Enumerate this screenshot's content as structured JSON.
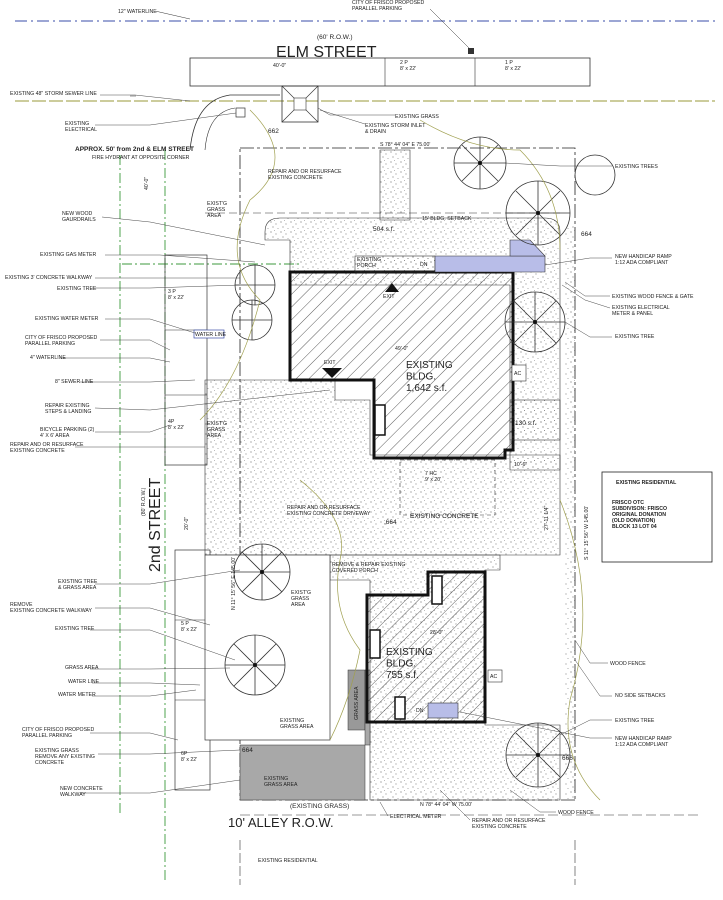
{
  "streets": {
    "top_row": "(60' R.O.W.)",
    "top_name": "ELM STREET",
    "left_row": "(80' R.O.W.)",
    "left_name": "2nd STREET",
    "bottom_grass": "(EXISTING GRASS)",
    "bottom_name": "10' ALLEY R.O.W."
  },
  "top": {
    "waterline": "12\" WATERLINE",
    "city_parking": "CITY OF FRISCO PROPOSED\nPARALLEL PARKING",
    "dim_40": "40'-0\"",
    "p2": "2 P\n8' x 22'",
    "p1": "1 P\n8' x 22'"
  },
  "callouts_left": {
    "storm": "EXISTING 48\" STORM SEWER LINE",
    "electrical": "EXISTING\nELECTRICAL",
    "hydrant_title": "APPROX. 50' from 2nd & ELM STREET",
    "hydrant_sub": "FIRE HYDRANT AT OPPOSITE CORNER",
    "guardrails": "NEW WOOD\nGAURDRAILS",
    "gas": "EXISTING GAS METER",
    "walkway3": "EXISTING 3' CONCRETE WALKWAY",
    "tree1": "EXISTING TREE",
    "water_meter": "EXISTING WATER METER",
    "city_parking": "CITY OF FRISCO PROPOSED\nPARALLEL PARKING",
    "waterline4": "4\" WATERLINE",
    "sewer8": "8\" SEWER LINE",
    "steps": "REPAIR EXISTING\nSTEPS & LANDING",
    "bike": "BICYCLE PARKING (2)\n4' X 6' AREA",
    "repair_conc": "REPAIR AND OR RESURFACE\nEXISTING CONCRETE",
    "tree_grass": "EXISTING TREE\n& GRASS AREA",
    "remove_walk": "REMOVE\nEXISTING CONCRETE WALKWAY",
    "tree2": "EXISTING TREE",
    "grass": "GRASS AREA",
    "water_line": "WATER LINE",
    "water_meter2": "WATER METER",
    "city_parking2": "CITY OF FRISCO PROPOSED\nPARALLEL PARKING",
    "existing_grass": "EXISTING GRASS\nREMOVE ANY EXISTING\nCONCRETE",
    "new_walk": "NEW CONCRETE\nWALKWAY"
  },
  "callouts_right": {
    "grass": "EXISTING GRASS",
    "storm_inlet": "EXISTING STORM INLET\n& DRAIN",
    "trees": "EXISTING TREES",
    "ramp": "NEW HANDICAP RAMP\n1:12 ADA COMPLIANT",
    "fence_gate": "EXISTING WOOD FENCE & GATE",
    "elec_meter": "EXISTING ELECTRICAL\nMETER & PANEL",
    "tree": "EXISTING TREE",
    "wood_fence": "WOOD FENCE",
    "no_setback": "NO SIDE SETBACKS",
    "tree2": "EXISTING TREE",
    "ramp2": "NEW HANDICAP RAMP\n1:12 ADA COMPLIANT",
    "wood_fence2": "WOOD FENCE"
  },
  "site": {
    "bearing_top": "S 78° 44' 04\" E  75.00'",
    "bearing_bottom": "N 78° 44' 04\" W  75.00'",
    "bearing_right": "S 11° 15' 56\" W 145.00'",
    "bearing_left": "N 11° 15' 56\" E 145.00'",
    "setback": "15' BLDG. SETBACK",
    "area_504": "504 s.f.",
    "area_130": "130 s.f.",
    "repair_top": "REPAIR AND OR RESURFACE\nEXISTING CONCRETE",
    "repair_drive": "REPAIR AND OR RESURFACE\nEXISTING CONCRETE DRIVEWAY",
    "remove_porch": "REMOVE & REPAIR EXISTING\nCOVERED PORCH",
    "existing_concrete": "EXISTING CONCRETE",
    "existing_porch": "EXISTING\nPORCH",
    "hc": "7 HC\n9' x 20'",
    "p3": "3 P\n8' x 22'",
    "p4": "4P\n8' x 22'",
    "p5": "5 P\n8' x 22'",
    "p6": "6P\n8' x 22'",
    "grass1": "EXIST'G\nGRASS\nAREA",
    "grass2": "EXIST'G\nGRASS\nAREA",
    "grass3": "EXIST'G\nGRASS\nAREA",
    "grass4": "EXISTING\nGRASS AREA",
    "grass5": "EXISTING\nGRASS AREA",
    "grass_strip": "GRASS AREA",
    "water_line_tag": "WATER LINE",
    "bldg1": "EXISTING\nBLDG.\n1,642 s.f.",
    "bldg2": "EXISTING\nBLDG.\n755 s.f.",
    "exit": "EXIT",
    "dn": "DN",
    "ac": "AC",
    "elev_662": "662",
    "elev_664a": "664",
    "elev_664b": ",664",
    "elev_664c": "664",
    "elev_666": "666",
    "dim_49": "49'-0\"",
    "dim_20": "20'-0\"",
    "dim_27": "27'-11 1/4\"",
    "dim_28": "28'-0\"",
    "dim_10": "10'-6\"",
    "dim_40v": "40'-0\""
  },
  "bottom": {
    "elec_meter": "ELECTRICAL METER",
    "repair": "REPAIR AND OR RESURFACE\nEXISTING CONCRETE",
    "residential": "EXISTING RESIDENTIAL"
  },
  "info_box": {
    "title": "EXISTING RESIDENTIAL",
    "body": "FRISCO OTC\nSUBDIVISON: FRISCO\nORIGINAL DONATION\n(OLD DONATION)\nBLOCK 13 LOT 04"
  }
}
